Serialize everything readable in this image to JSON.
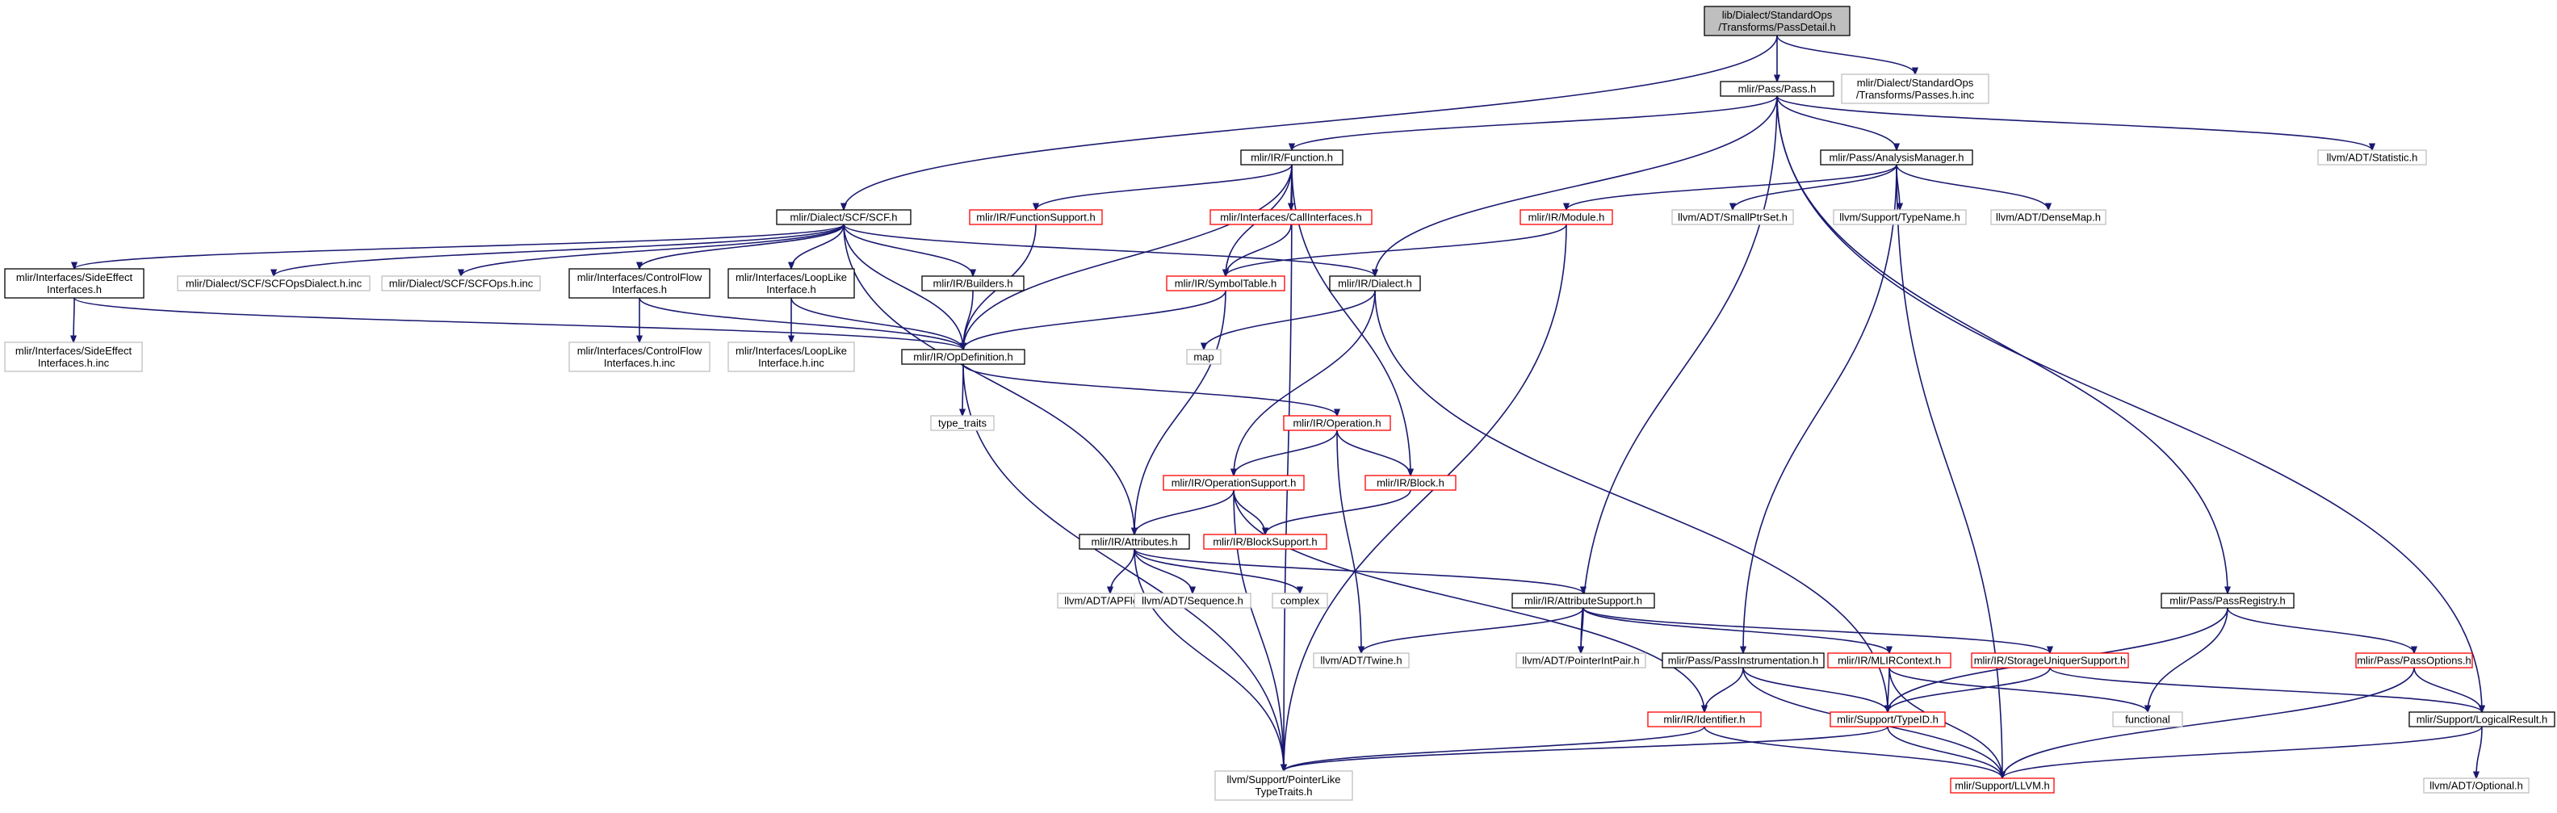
{
  "colors": {
    "edge": "#191970",
    "border_black": "#000000",
    "border_red": "#ff0000",
    "border_gray": "#bfbfbf",
    "fill_root": "#bfbfbf",
    "fill_default": "#ffffff",
    "text": "#000000"
  },
  "nodes": [
    {
      "id": "root",
      "label": [
        "lib/Dialect/StandardOps",
        "/Transforms/PassDetail.h"
      ],
      "style": "root"
    },
    {
      "id": "pass",
      "label": [
        "mlir/Pass/Pass.h"
      ],
      "style": "black"
    },
    {
      "id": "passes_inc",
      "label": [
        "mlir/Dialect/StandardOps",
        "/Transforms/Passes.h.inc"
      ],
      "style": "gray"
    },
    {
      "id": "scf",
      "label": [
        "mlir/Dialect/SCF/SCF.h"
      ],
      "style": "black"
    },
    {
      "id": "function",
      "label": [
        "mlir/IR/Function.h"
      ],
      "style": "black"
    },
    {
      "id": "analysis",
      "label": [
        "mlir/Pass/AnalysisManager.h"
      ],
      "style": "black"
    },
    {
      "id": "statistic",
      "label": [
        "llvm/ADT/Statistic.h"
      ],
      "style": "gray"
    },
    {
      "id": "funcsupport",
      "label": [
        "mlir/IR/FunctionSupport.h"
      ],
      "style": "red"
    },
    {
      "id": "callif",
      "label": [
        "mlir/Interfaces/CallInterfaces.h"
      ],
      "style": "red"
    },
    {
      "id": "module",
      "label": [
        "mlir/IR/Module.h"
      ],
      "style": "red"
    },
    {
      "id": "smallptrset",
      "label": [
        "llvm/ADT/SmallPtrSet.h"
      ],
      "style": "gray"
    },
    {
      "id": "typename",
      "label": [
        "llvm/Support/TypeName.h"
      ],
      "style": "gray"
    },
    {
      "id": "densemap",
      "label": [
        "llvm/ADT/DenseMap.h"
      ],
      "style": "gray"
    },
    {
      "id": "sideeffect",
      "label": [
        "mlir/Interfaces/SideEffect",
        "Interfaces.h"
      ],
      "style": "black"
    },
    {
      "id": "scfdialect_inc",
      "label": [
        "mlir/Dialect/SCF/SCFOpsDialect.h.inc"
      ],
      "style": "gray"
    },
    {
      "id": "scfops_inc",
      "label": [
        "mlir/Dialect/SCF/SCFOps.h.inc"
      ],
      "style": "gray"
    },
    {
      "id": "controlflow",
      "label": [
        "mlir/Interfaces/ControlFlow",
        "Interfaces.h"
      ],
      "style": "black"
    },
    {
      "id": "looplike",
      "label": [
        "mlir/Interfaces/LoopLike",
        "Interface.h"
      ],
      "style": "black"
    },
    {
      "id": "builders",
      "label": [
        "mlir/IR/Builders.h"
      ],
      "style": "black"
    },
    {
      "id": "symboltable",
      "label": [
        "mlir/IR/SymbolTable.h"
      ],
      "style": "red"
    },
    {
      "id": "dialect",
      "label": [
        "mlir/IR/Dialect.h"
      ],
      "style": "black"
    },
    {
      "id": "sideeffect_inc",
      "label": [
        "mlir/Interfaces/SideEffect",
        "Interfaces.h.inc"
      ],
      "style": "gray"
    },
    {
      "id": "controlflow_inc",
      "label": [
        "mlir/Interfaces/ControlFlow",
        "Interfaces.h.inc"
      ],
      "style": "gray"
    },
    {
      "id": "looplike_inc",
      "label": [
        "mlir/Interfaces/LoopLike",
        "Interface.h.inc"
      ],
      "style": "gray"
    },
    {
      "id": "opdef",
      "label": [
        "mlir/IR/OpDefinition.h"
      ],
      "style": "black"
    },
    {
      "id": "map",
      "label": [
        "map"
      ],
      "style": "gray"
    },
    {
      "id": "type_traits",
      "label": [
        "type_traits"
      ],
      "style": "gray"
    },
    {
      "id": "operation",
      "label": [
        "mlir/IR/Operation.h"
      ],
      "style": "red"
    },
    {
      "id": "opsupport",
      "label": [
        "mlir/IR/OperationSupport.h"
      ],
      "style": "red"
    },
    {
      "id": "block",
      "label": [
        "mlir/IR/Block.h"
      ],
      "style": "red"
    },
    {
      "id": "attributes",
      "label": [
        "mlir/IR/Attributes.h"
      ],
      "style": "black"
    },
    {
      "id": "blocksupport",
      "label": [
        "mlir/IR/BlockSupport.h"
      ],
      "style": "red"
    },
    {
      "id": "passregistry",
      "label": [
        "mlir/Pass/PassRegistry.h"
      ],
      "style": "black"
    },
    {
      "id": "apfloat",
      "label": [
        "llvm/ADT/APFloat.h"
      ],
      "style": "gray"
    },
    {
      "id": "sequence",
      "label": [
        "llvm/ADT/Sequence.h"
      ],
      "style": "gray"
    },
    {
      "id": "complex",
      "label": [
        "complex"
      ],
      "style": "gray"
    },
    {
      "id": "attrsupport",
      "label": [
        "mlir/IR/AttributeSupport.h"
      ],
      "style": "black"
    },
    {
      "id": "twine",
      "label": [
        "llvm/ADT/Twine.h"
      ],
      "style": "gray"
    },
    {
      "id": "pointerintpair",
      "label": [
        "llvm/ADT/PointerIntPair.h"
      ],
      "style": "gray"
    },
    {
      "id": "passinstr",
      "label": [
        "mlir/Pass/PassInstrumentation.h"
      ],
      "style": "black"
    },
    {
      "id": "mlircontext",
      "label": [
        "mlir/IR/MLIRContext.h"
      ],
      "style": "red"
    },
    {
      "id": "storageuniquer",
      "label": [
        "mlir/IR/StorageUniquerSupport.h"
      ],
      "style": "red"
    },
    {
      "id": "passoptions",
      "label": [
        "mlir/Pass/PassOptions.h"
      ],
      "style": "red"
    },
    {
      "id": "identifier",
      "label": [
        "mlir/IR/Identifier.h"
      ],
      "style": "red"
    },
    {
      "id": "typeid",
      "label": [
        "mlir/Support/TypeID.h"
      ],
      "style": "red"
    },
    {
      "id": "functional",
      "label": [
        "functional"
      ],
      "style": "gray"
    },
    {
      "id": "logicalresult",
      "label": [
        "mlir/Support/LogicalResult.h"
      ],
      "style": "black"
    },
    {
      "id": "pointerlike",
      "label": [
        "llvm/Support/PointerLike",
        "TypeTraits.h"
      ],
      "style": "gray"
    },
    {
      "id": "llvmh",
      "label": [
        "mlir/Support/LLVM.h"
      ],
      "style": "red"
    },
    {
      "id": "optional",
      "label": [
        "llvm/ADT/Optional.h"
      ],
      "style": "gray"
    }
  ],
  "edges": [
    [
      "root",
      "pass"
    ],
    [
      "root",
      "passes_inc"
    ],
    [
      "root",
      "scf"
    ],
    [
      "pass",
      "function"
    ],
    [
      "pass",
      "analysis"
    ],
    [
      "pass",
      "statistic"
    ],
    [
      "pass",
      "dialect"
    ],
    [
      "pass",
      "pointerintpair"
    ],
    [
      "pass",
      "passregistry"
    ],
    [
      "pass",
      "logicalresult"
    ],
    [
      "function",
      "funcsupport"
    ],
    [
      "function",
      "callif"
    ],
    [
      "function",
      "symboltable"
    ],
    [
      "function",
      "opdef"
    ],
    [
      "function",
      "block"
    ],
    [
      "function",
      "pointerlike"
    ],
    [
      "analysis",
      "module"
    ],
    [
      "analysis",
      "smallptrset"
    ],
    [
      "analysis",
      "typename"
    ],
    [
      "analysis",
      "densemap"
    ],
    [
      "analysis",
      "passinstr"
    ],
    [
      "analysis",
      "llvmh"
    ],
    [
      "funcsupport",
      "opdef"
    ],
    [
      "callif",
      "symboltable"
    ],
    [
      "module",
      "symboltable"
    ],
    [
      "module",
      "pointerlike"
    ],
    [
      "scf",
      "sideeffect"
    ],
    [
      "scf",
      "scfdialect_inc"
    ],
    [
      "scf",
      "scfops_inc"
    ],
    [
      "scf",
      "controlflow"
    ],
    [
      "scf",
      "looplike"
    ],
    [
      "scf",
      "builders"
    ],
    [
      "scf",
      "opdef"
    ],
    [
      "scf",
      "dialect"
    ],
    [
      "scf",
      "attributes"
    ],
    [
      "sideeffect",
      "sideeffect_inc"
    ],
    [
      "sideeffect",
      "opdef"
    ],
    [
      "controlflow",
      "controlflow_inc"
    ],
    [
      "controlflow",
      "opdef"
    ],
    [
      "looplike",
      "looplike_inc"
    ],
    [
      "looplike",
      "opdef"
    ],
    [
      "builders",
      "opdef"
    ],
    [
      "symboltable",
      "opdef"
    ],
    [
      "symboltable",
      "attributes"
    ],
    [
      "dialect",
      "map"
    ],
    [
      "dialect",
      "opsupport"
    ],
    [
      "dialect",
      "typeid"
    ],
    [
      "opdef",
      "type_traits"
    ],
    [
      "opdef",
      "operation"
    ],
    [
      "opdef",
      "pointerlike"
    ],
    [
      "operation",
      "opsupport"
    ],
    [
      "operation",
      "block"
    ],
    [
      "operation",
      "twine"
    ],
    [
      "block",
      "blocksupport"
    ],
    [
      "opsupport",
      "attributes"
    ],
    [
      "opsupport",
      "blocksupport"
    ],
    [
      "opsupport",
      "identifier"
    ],
    [
      "opsupport",
      "pointerlike"
    ],
    [
      "attributes",
      "apfloat"
    ],
    [
      "attributes",
      "sequence"
    ],
    [
      "attributes",
      "complex"
    ],
    [
      "attributes",
      "attrsupport"
    ],
    [
      "attributes",
      "pointerlike"
    ],
    [
      "attrsupport",
      "twine"
    ],
    [
      "attrsupport",
      "pointerintpair"
    ],
    [
      "attrsupport",
      "mlircontext"
    ],
    [
      "attrsupport",
      "storageuniquer"
    ],
    [
      "passregistry",
      "typeid"
    ],
    [
      "passregistry",
      "passoptions"
    ],
    [
      "passregistry",
      "functional"
    ],
    [
      "passinstr",
      "identifier"
    ],
    [
      "passinstr",
      "typeid"
    ],
    [
      "passinstr",
      "llvmh"
    ],
    [
      "mlircontext",
      "typeid"
    ],
    [
      "mlircontext",
      "functional"
    ],
    [
      "mlircontext",
      "llvmh"
    ],
    [
      "storageuniquer",
      "typeid"
    ],
    [
      "storageuniquer",
      "logicalresult"
    ],
    [
      "passoptions",
      "logicalresult"
    ],
    [
      "passoptions",
      "llvmh"
    ],
    [
      "identifier",
      "pointerlike"
    ],
    [
      "identifier",
      "llvmh"
    ],
    [
      "typeid",
      "pointerlike"
    ],
    [
      "typeid",
      "llvmh"
    ],
    [
      "logicalresult",
      "llvmh"
    ],
    [
      "logicalresult",
      "optional"
    ]
  ]
}
